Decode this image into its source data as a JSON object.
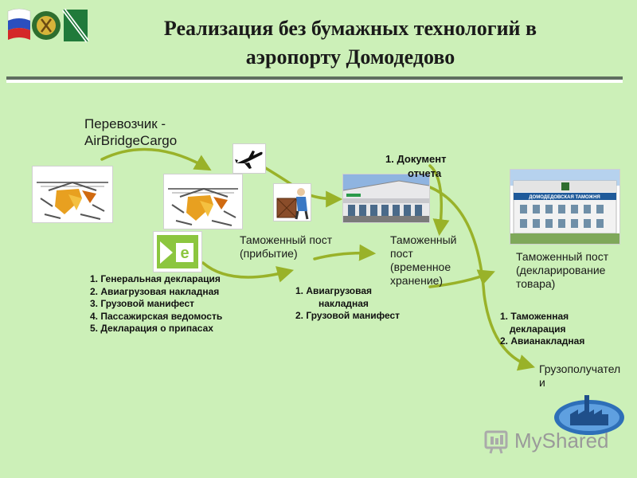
{
  "title": {
    "line1": "Реализация без бумажных технологий в",
    "line2": "аэропорту Домодедово"
  },
  "carrier": {
    "line1": "Перевозчик -",
    "line2": "AirBridgeCargo"
  },
  "nodes": {
    "arrival_post": {
      "line1": "Таможенный пост",
      "line2": "(прибытие)"
    },
    "temp_storage_post": {
      "line1": "Таможенный",
      "line2": "пост",
      "line3": "(временное",
      "line4": "хранение)"
    },
    "declaration_post": {
      "line1": "Таможенный пост",
      "line2": "(декларирование",
      "line3": "товара)"
    },
    "consignees": {
      "line1": "Грузополучател",
      "line2": "и"
    }
  },
  "report_doc": {
    "line1": "1. Документ",
    "line2": "отчета"
  },
  "docs_carrier": [
    "1. Генеральная декларация",
    "2. Авиагрузовая накладная",
    "3. Грузовой манифест",
    "4. Пассажирская ведомость",
    "5. Декларация о припасах"
  ],
  "docs_arrival": {
    "item1_line1": "1. Авиагрузовая",
    "item1_line2": "накладная",
    "item2": "2. Грузовой манифест"
  },
  "docs_declaration": {
    "item1_line1": "1. Таможенная",
    "item1_line2": "декларация",
    "item2": "2. Авианакладная"
  },
  "building_sign": "ДОМОДЕДОВСКАЯ ТАМОЖНЯ",
  "watermark": "MyShared",
  "colors": {
    "background": "#ccf0b8",
    "arrow": "#99b229",
    "text": "#1a1a1a"
  }
}
